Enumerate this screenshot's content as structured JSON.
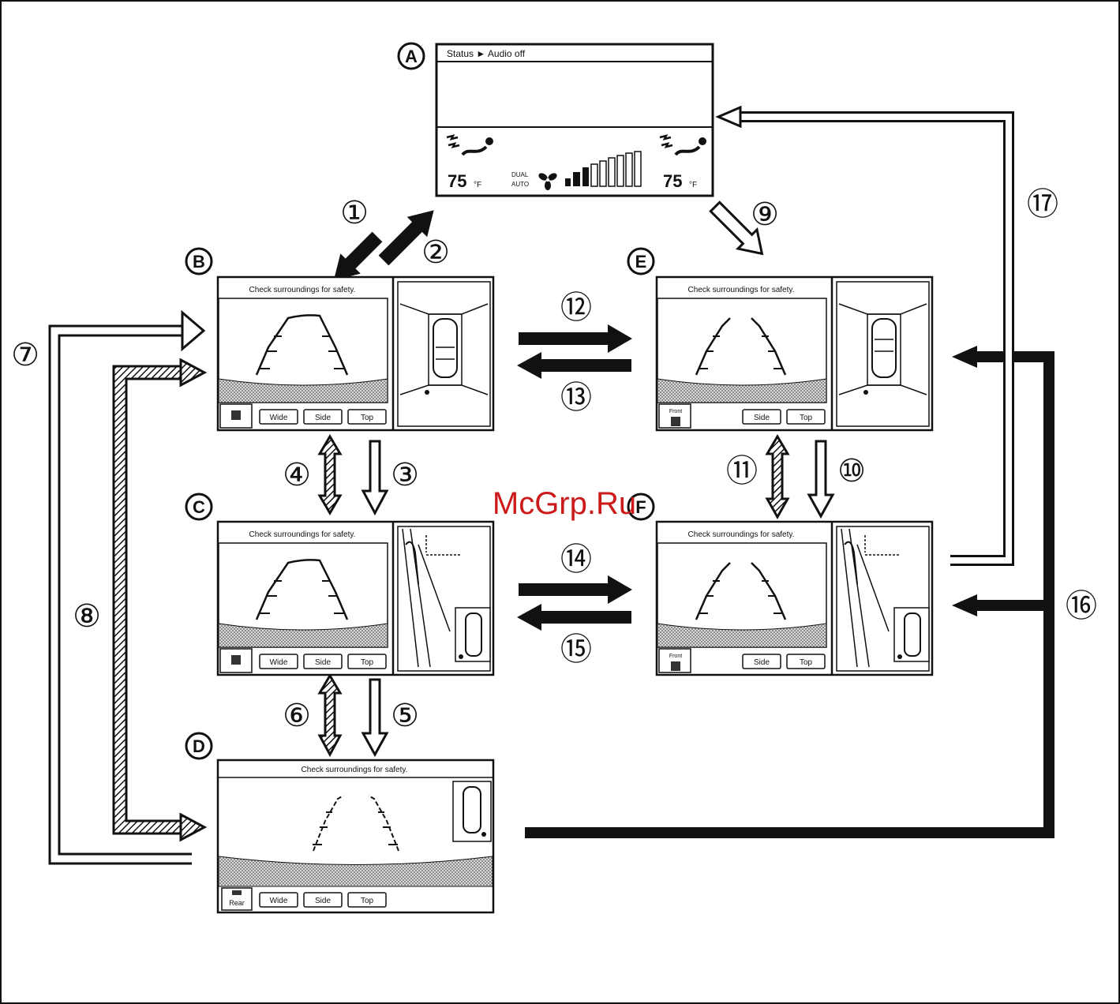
{
  "screens": {
    "A": {
      "label": "A",
      "status_text": "Status ► Audio off",
      "temp_left": "75",
      "temp_right": "75",
      "temp_unit": "°F",
      "dual_label": "DUAL",
      "auto_label": "AUTO"
    },
    "B": {
      "label": "B",
      "message": "Check surroundings for safety.",
      "buttons": [
        "Wide",
        "Side",
        "Top"
      ]
    },
    "C": {
      "label": "C",
      "message": "Check surroundings for safety.",
      "buttons": [
        "Wide",
        "Side",
        "Top"
      ]
    },
    "D": {
      "label": "D",
      "message": "Check surroundings for safety.",
      "rear_button": "Rear",
      "buttons": [
        "Wide",
        "Side",
        "Top"
      ]
    },
    "E": {
      "label": "E",
      "message": "Check surroundings for safety.",
      "front_button": "Front",
      "buttons": [
        "Side",
        "Top"
      ]
    },
    "F": {
      "label": "F",
      "message": "Check surroundings for safety.",
      "front_button": "Front",
      "buttons": [
        "Side",
        "Top"
      ]
    }
  },
  "steps": [
    "①",
    "②",
    "③",
    "④",
    "⑤",
    "⑥",
    "⑦",
    "⑧",
    "⑨",
    "⑩",
    "⑪",
    "⑫",
    "⑬",
    "⑭",
    "⑮",
    "⑯",
    "⑰"
  ],
  "watermark": "McGrp.Ru",
  "colors": {
    "line": "#111111",
    "watermark": "#cc1a1a",
    "ground": "#bfbfbf"
  }
}
